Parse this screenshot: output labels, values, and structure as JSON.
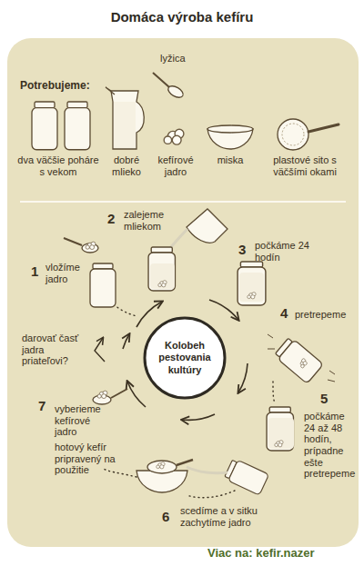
{
  "diagram": {
    "title": "Domáca výroba kefíru",
    "nodes": [
      {
        "text": [
          "Kolobeh pestovania kultúry"
        ]
      }
    ],
    "labels": [
      "Potrebujeme:",
      "lyžica",
      "dva väčšie poháre s vekom",
      "dobré mlieko",
      "kefírové jadro",
      "miska",
      "plastové sito s väčšími okami",
      "2",
      "zalejeme mliekom",
      "3",
      "počkáme 24 hodín",
      "1",
      "vložíme jadro",
      "4",
      "pretrepeme",
      "darovať časť jadra priateľovi?",
      "7",
      "vyberieme kefírové jadro",
      "5",
      "počkáme 24 až 48 hodín, prípadne ešte pretrepeme",
      "hotový kefír pripravený na použitie",
      "6",
      "scedíme a v sitku zachytíme jadro",
      "Viac na: kefir.nazer"
    ]
  }
}
